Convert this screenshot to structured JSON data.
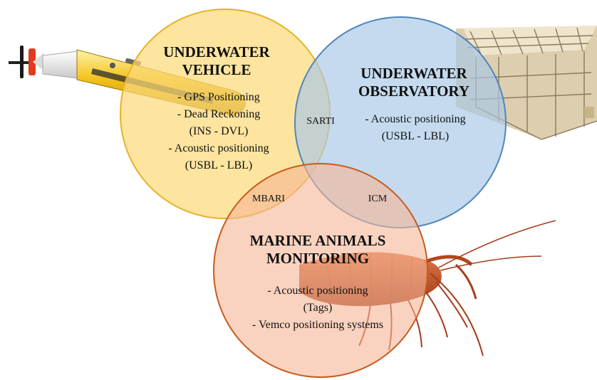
{
  "colors": {
    "vehicle_fill": "#fcd97a",
    "vehicle_stroke": "#e6b327",
    "observatory_fill": "#a9c8e6",
    "observatory_stroke": "#4f86bd",
    "animals_fill": "#f6b696",
    "animals_stroke": "#c75b1e",
    "vehicle_body": "#f2c21b",
    "lobster": "#c4512c"
  },
  "sets": {
    "vehicle": {
      "title": [
        "UNDERWATER",
        "VEHICLE"
      ],
      "items": [
        "- GPS Positioning",
        "- Dead Reckoning",
        "(INS - DVL)",
        "- Acoustic positioning",
        "(USBL - LBL)"
      ],
      "illustration": "auv-torpedo"
    },
    "observatory": {
      "title": [
        "UNDERWATER",
        "OBSERVATORY"
      ],
      "items": [
        "- Acoustic positioning",
        "(USBL - LBL)"
      ],
      "illustration": "seafloor-observatory-frame"
    },
    "animals": {
      "title": [
        "MARINE ANIMALS",
        "MONITORING"
      ],
      "items": [
        "- Acoustic positioning",
        "(Tags)",
        "- Vemco positioning systems"
      ],
      "illustration": "spiny-lobster"
    }
  },
  "overlaps": {
    "vehicle_observatory": "SARTI",
    "vehicle_animals": "MBARI",
    "observatory_animals": "ICM"
  }
}
